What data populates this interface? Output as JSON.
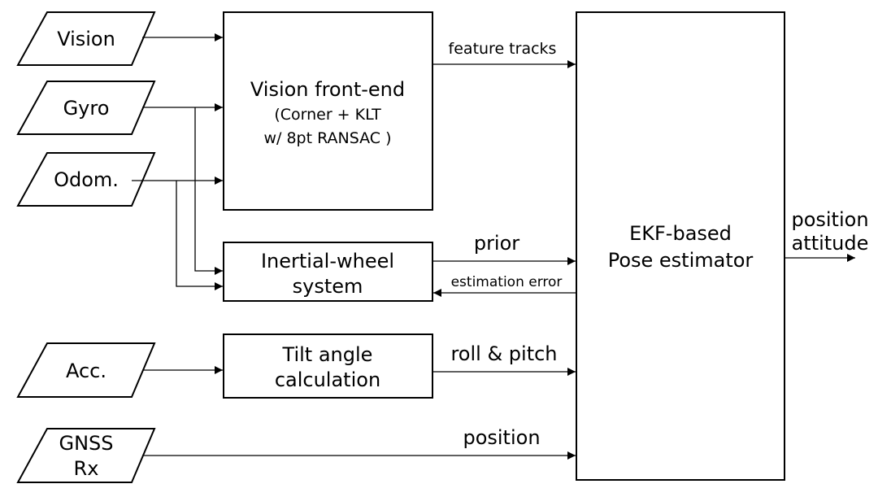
{
  "inputs": {
    "vision": "Vision",
    "gyro": "Gyro",
    "odom": "Odom.",
    "acc": "Acc.",
    "gnss_line1": "GNSS",
    "gnss_line2": "Rx"
  },
  "blocks": {
    "vision_frontend": {
      "title": "Vision front-end",
      "line2": "(Corner + KLT",
      "line3": "w/ 8pt RANSAC )"
    },
    "inertial_wheel": {
      "line1": "Inertial-wheel",
      "line2": "system"
    },
    "tilt_angle": {
      "line1": "Tilt angle",
      "line2": "calculation"
    },
    "ekf": {
      "line1": "EKF-based",
      "line2": "Pose estimator"
    }
  },
  "edges": {
    "feature_tracks": "feature tracks",
    "prior": "prior",
    "estimation_error": "estimation error",
    "roll_pitch": "roll & pitch",
    "position": "position",
    "output_line1": "position",
    "output_line2": "attitude"
  }
}
